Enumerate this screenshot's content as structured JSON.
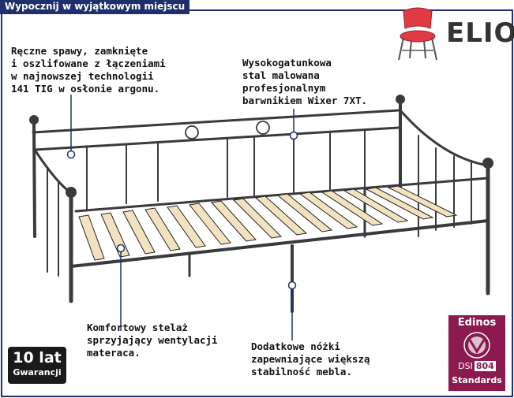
{
  "banner": {
    "title": "Wypocznij w wyjątkowym miejscu"
  },
  "brand": {
    "name": "ELIOR"
  },
  "colors": {
    "navy": "#1f2f6b",
    "frame_gray": "#3a3a3a",
    "slat": "#f2e2c0",
    "chair_red": "#e03a44",
    "edinos": "#8b1a4f"
  },
  "annotations": {
    "welds": [
      "Ręczne spawy, zamknięte",
      "i oszlifowane z łączeniami",
      "w najnowszej technologii",
      "141 TIG w osłonie argonu."
    ],
    "steel": [
      "Wysokogatunkowa",
      "stal malowana",
      "profesjonalnym",
      "barwnikiem Wixer 7XT."
    ],
    "frame": [
      "Komfortowy stelaż",
      "sprzyjający wentylacji",
      "materaca."
    ],
    "legs": [
      "Dodatkowe nóżki",
      "zapewniające większą",
      "stabilność mebla."
    ]
  },
  "warranty": {
    "line1": "10 lat",
    "line2": "Gwarancji"
  },
  "certificate": {
    "brand": "Edinos",
    "dsi": "DSI",
    "number": "804",
    "standards": "Standards"
  },
  "icons": [
    "chair-icon",
    "check-seal-icon"
  ]
}
